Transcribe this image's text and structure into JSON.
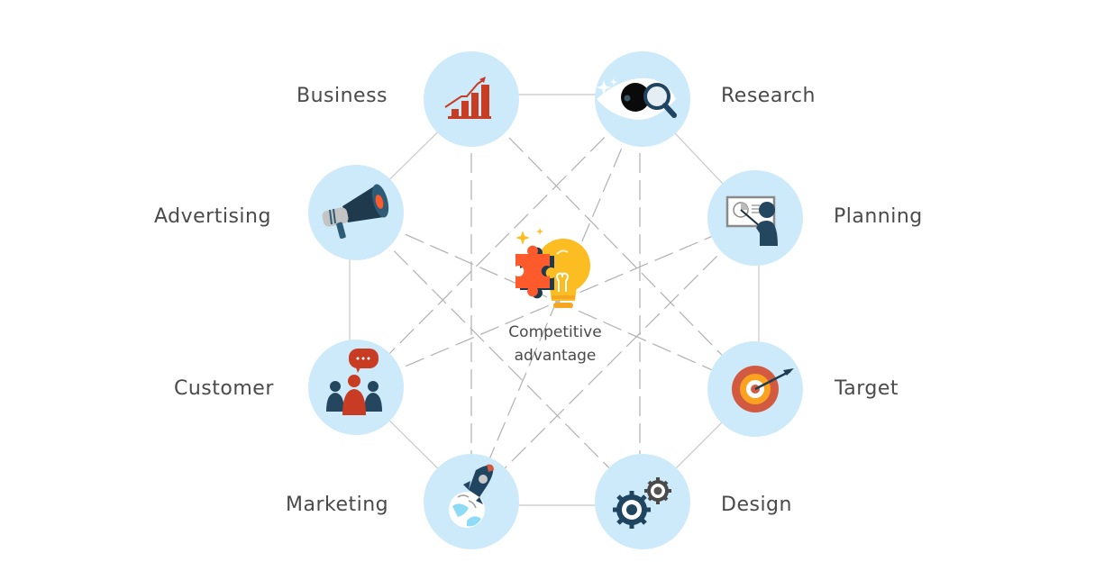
{
  "diagram": {
    "center": {
      "line1": "Competitive",
      "line2": "advantage",
      "icon": "lightbulb-puzzle-icon"
    },
    "nodes": [
      {
        "id": "business",
        "label": "Business",
        "icon": "bar-chart-growth-icon"
      },
      {
        "id": "research",
        "label": "Research",
        "icon": "eye-magnifier-icon"
      },
      {
        "id": "planning",
        "label": "Planning",
        "icon": "presentation-board-icon"
      },
      {
        "id": "target",
        "label": "Target",
        "icon": "target-arrow-icon"
      },
      {
        "id": "design",
        "label": "Design",
        "icon": "gears-icon"
      },
      {
        "id": "marketing",
        "label": "Marketing",
        "icon": "rocket-globe-icon"
      },
      {
        "id": "customer",
        "label": "Customer",
        "icon": "people-chat-icon"
      },
      {
        "id": "advertising",
        "label": "Advertising",
        "icon": "megaphone-icon"
      }
    ],
    "colors": {
      "node_fill": "#cdeafb",
      "label_text": "#4a4a4a",
      "outline_line": "#c8c8c8",
      "dash_line": "#b0b0b0",
      "accent_red": "#c83c23",
      "accent_navy": "#1f4560",
      "accent_yellow": "#fbbd22",
      "accent_orange": "#ff5a2b"
    }
  }
}
